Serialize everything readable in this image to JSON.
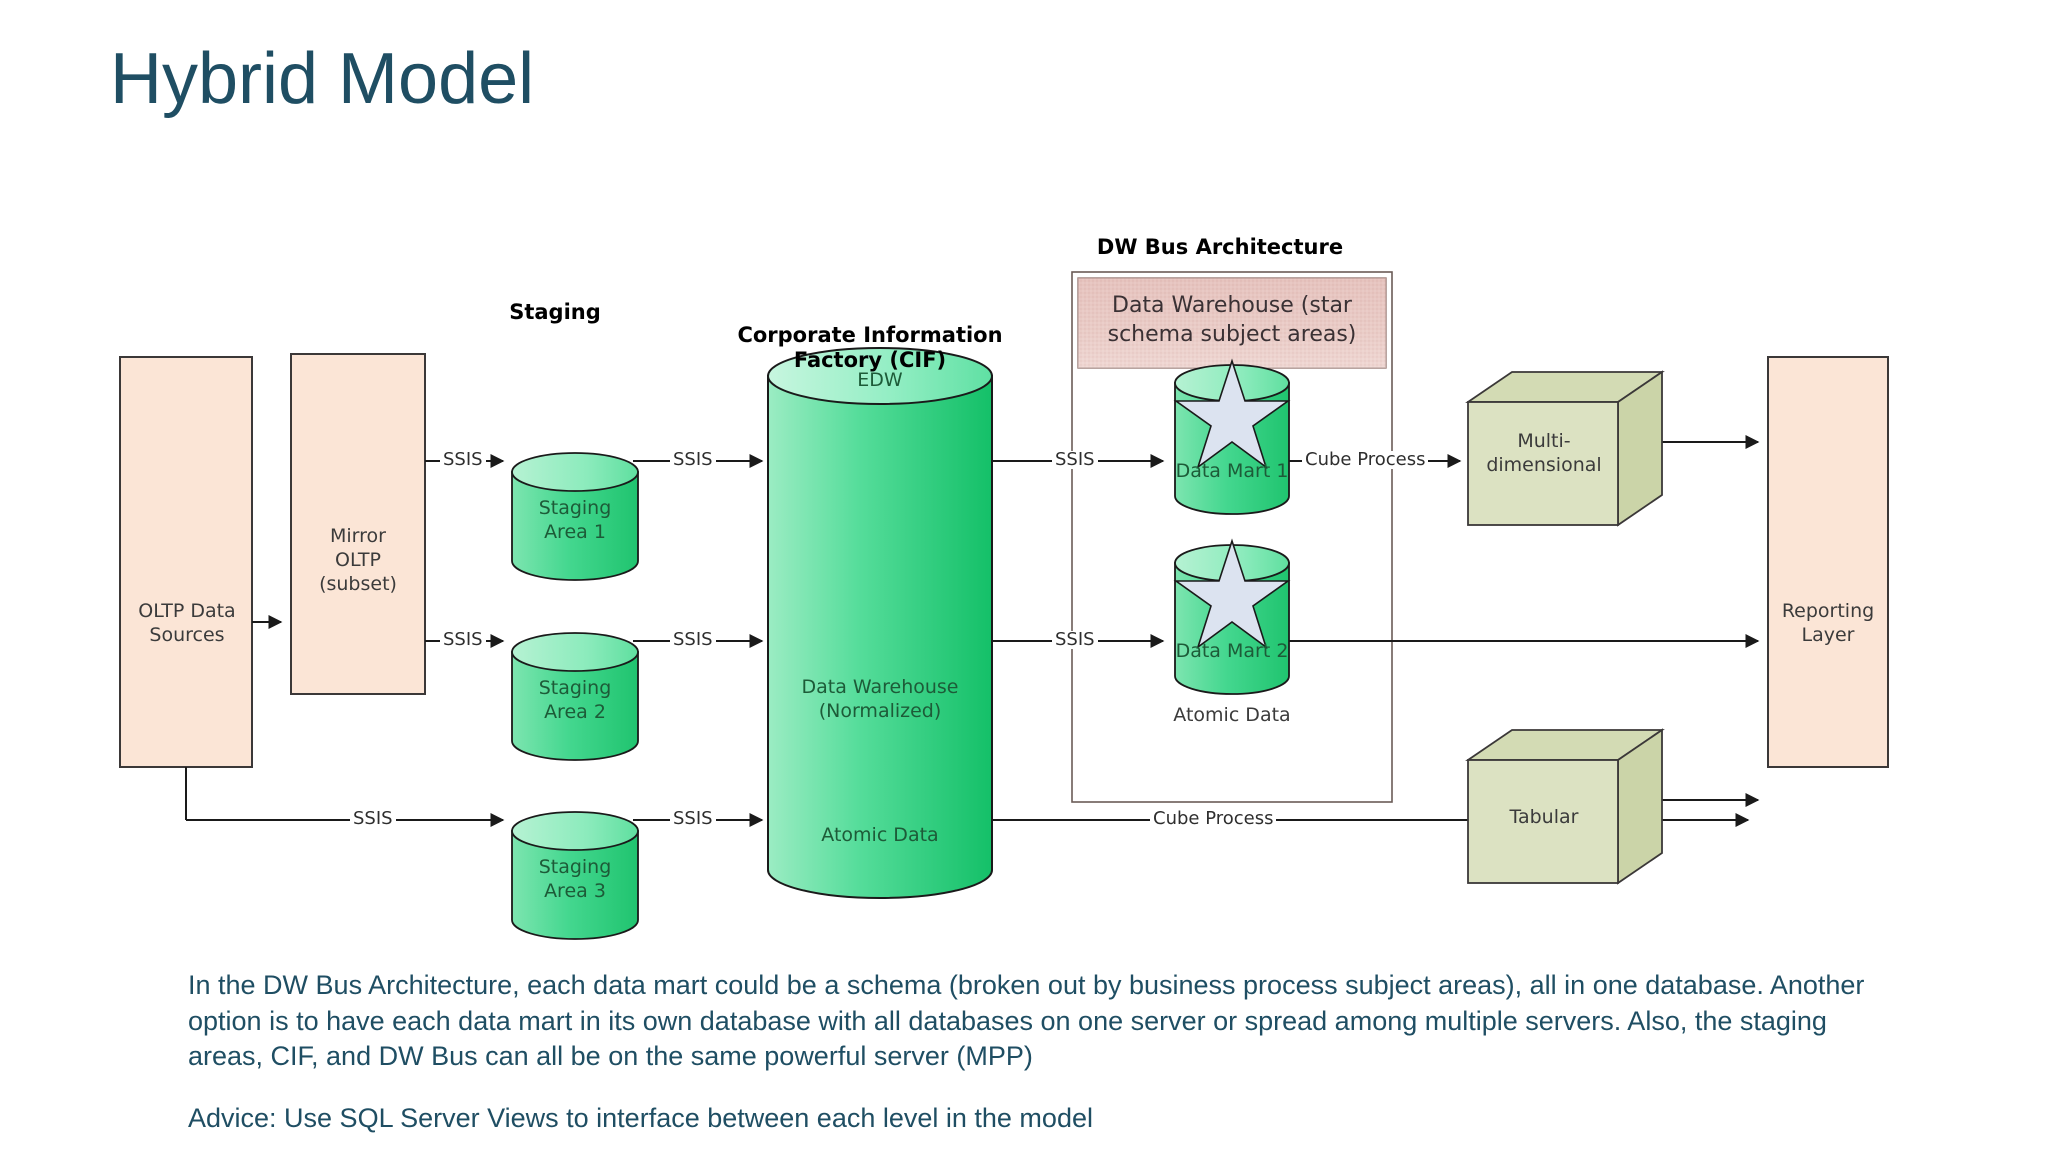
{
  "slide": {
    "title": "Hybrid Model"
  },
  "diagram": {
    "headings": {
      "staging": "Staging",
      "cif": "Corporate Information\nFactory (CIF)",
      "dw_bus": "DW Bus Architecture"
    },
    "nodes": {
      "oltp_sources": "OLTP Data\nSources",
      "mirror_oltp": "Mirror\nOLTP\n(subset)",
      "staging_area_1": "Staging\nArea 1",
      "staging_area_2": "Staging\nArea 2",
      "staging_area_3": "Staging\nArea 3",
      "cif_edw": "EDW",
      "cif_data_warehouse": "Data Warehouse\n(Normalized)",
      "cif_atomic_data": "Atomic Data",
      "dw_bus_box": "Data Warehouse (star\nschema subject areas)",
      "data_mart_1": "Data Mart 1",
      "data_mart_2": "Data Mart 2",
      "data_mart_2_caption": "Atomic Data",
      "multidimensional": "Multi-\ndimensional",
      "tabular": "Tabular",
      "reporting_layer": "Reporting\nLayer"
    },
    "edges": {
      "ssis_mirror_to_stage1": "SSIS",
      "ssis_mirror_to_stage2": "SSIS",
      "ssis_sources_to_stage3": "SSIS",
      "ssis_stage1_to_cif": "SSIS",
      "ssis_stage2_to_cif": "SSIS",
      "ssis_stage3_to_cif": "SSIS",
      "ssis_cif_to_mart1": "SSIS",
      "ssis_cif_to_mart2": "SSIS",
      "cube_process_mart1": "Cube Process",
      "cube_process_tabular": "Cube Process"
    }
  },
  "body": {
    "paragraph_1": "In the DW Bus Architecture, each data mart could be a schema (broken out by business process subject areas), all in one database.  Another option is to have each data mart in its own database with all databases on one server or spread among multiple servers.  Also, the staging areas, CIF, and DW Bus can all be on the same powerful server (MPP)",
    "paragraph_2": "Advice: Use SQL Server Views to interface between each level in the model"
  },
  "colors": {
    "title": "#1F4E63",
    "peach_fill": "#FBE5D6",
    "green_cylinder": "#3CD68A",
    "green_cylinder_light": "#8BE9B8",
    "pink_box": "#E8C7C2",
    "olive_cube": "#DCE2C2",
    "star_fill": "#DCE3F0",
    "stroke": "#3B3838"
  }
}
